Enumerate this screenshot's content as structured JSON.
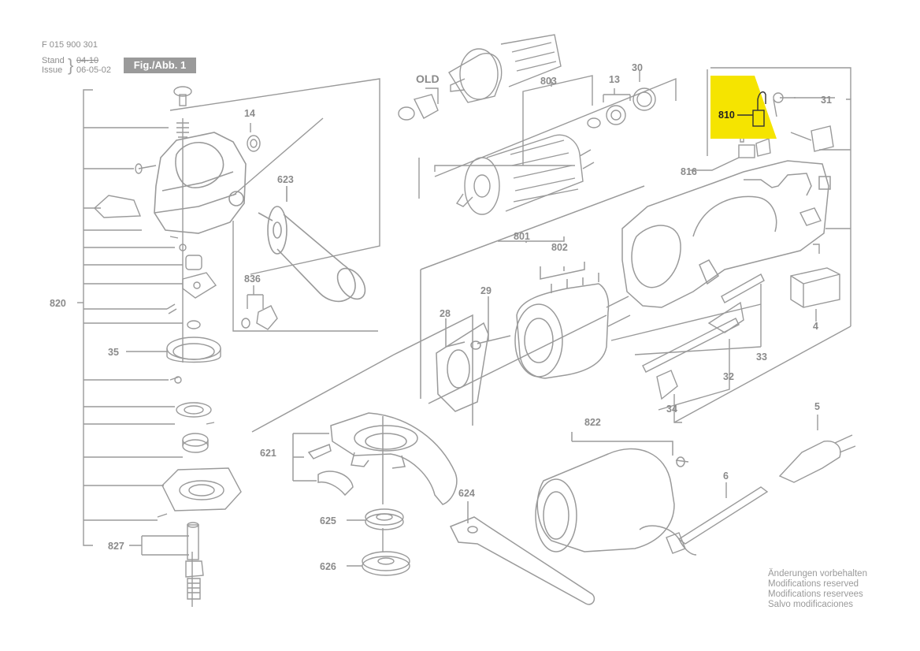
{
  "header": {
    "doc_number": "F 015 900 301",
    "stand_label": "Stand",
    "stand_value": "04-10",
    "issue_label": "Issue",
    "issue_value": "06-05-02",
    "figure_label": "Fig./Abb. 1"
  },
  "notes": [
    "Änderungen vorbehalten",
    "Modifications reserved",
    "Modifications reservees",
    "Salvo modificaciones"
  ],
  "parts": {
    "p14": "14",
    "p623": "623",
    "p836": "836",
    "p820": "820",
    "p35": "35",
    "p827": "827",
    "old": "OLD",
    "p803": "803",
    "p13": "13",
    "p30": "30",
    "p810": "810",
    "p31": "31",
    "p816": "816",
    "p801": "801",
    "p802": "802",
    "p28": "28",
    "p29": "29",
    "p621": "621",
    "p625": "625",
    "p626": "626",
    "p624": "624",
    "p822": "822",
    "p6": "6",
    "p5": "5",
    "p32": "32",
    "p33": "33",
    "p34": "34",
    "p4": "4"
  },
  "colors": {
    "line": "#9a9a9a",
    "highlight": "#f5e400",
    "highlight_text": "#222222"
  },
  "highlighted_part": "810"
}
